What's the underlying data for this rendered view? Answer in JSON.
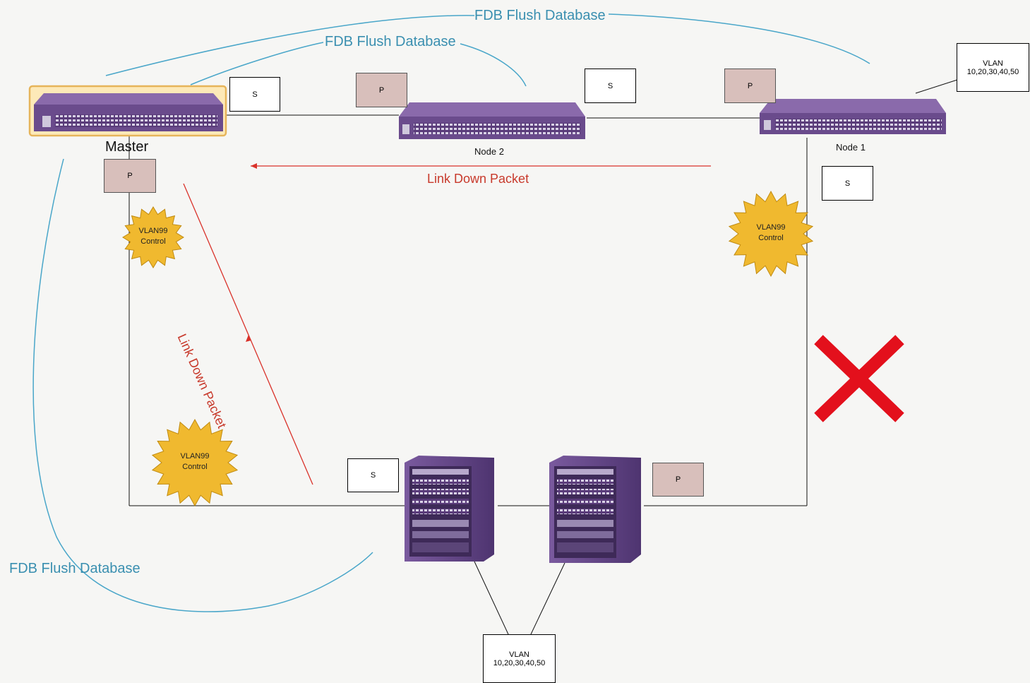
{
  "diagram": {
    "switches": {
      "master": {
        "label": "Master"
      },
      "node2": {
        "label": "Node 2"
      },
      "node1": {
        "label": "Node 1"
      }
    },
    "port_labels": {
      "master_top_s": "S",
      "master_p": "P",
      "node2_p": "P",
      "node2_s": "S",
      "node1_p": "P",
      "node1_s": "S",
      "chassis_s": "S",
      "chassis_p": "P"
    },
    "vlan_boxes": {
      "top_right": {
        "title": "VLAN",
        "ids": "10,20,30,40,50"
      },
      "bottom": {
        "title": "VLAN",
        "ids": "10,20,30,40,50"
      }
    },
    "control_bursts": [
      {
        "line1": "VLAN99",
        "line2": "Control"
      },
      {
        "line1": "VLAN99",
        "line2": "Control"
      },
      {
        "line1": "VLAN99",
        "line2": "Control"
      }
    ],
    "fdb_labels": [
      "FDB Flush Database",
      "FDB Flush Database",
      "FDB Flush Database"
    ],
    "link_down_labels": [
      "Link Down Packet",
      "Link Down Packet"
    ],
    "colors": {
      "fdb_curve": "#49a6c9",
      "link_down": "#d9322a",
      "switch_body": "#6a4b8c",
      "burst_fill": "#f0b92f",
      "fault_x": "#e3101c"
    }
  }
}
